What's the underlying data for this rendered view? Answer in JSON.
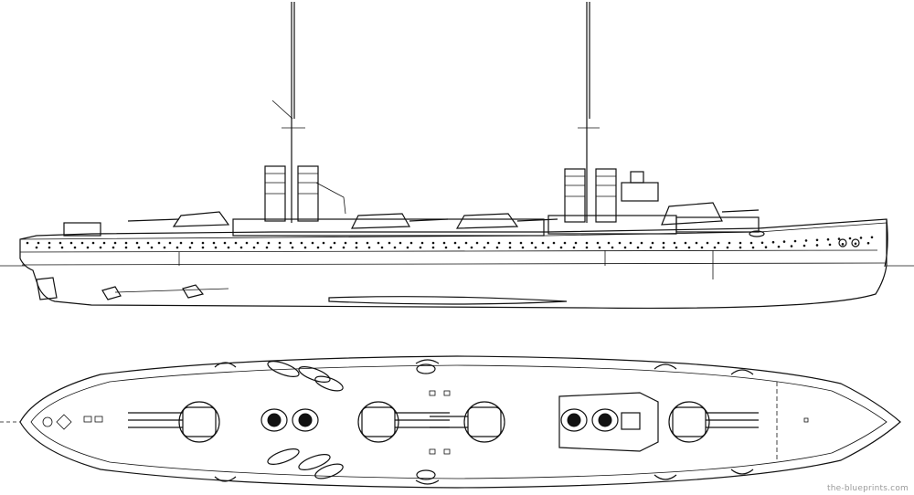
{
  "drawing": {
    "views": [
      "side-elevation",
      "plan-view"
    ],
    "ink_color": "#111111",
    "background": "#ffffff"
  },
  "watermark": {
    "text": "the-blueprints.com"
  }
}
